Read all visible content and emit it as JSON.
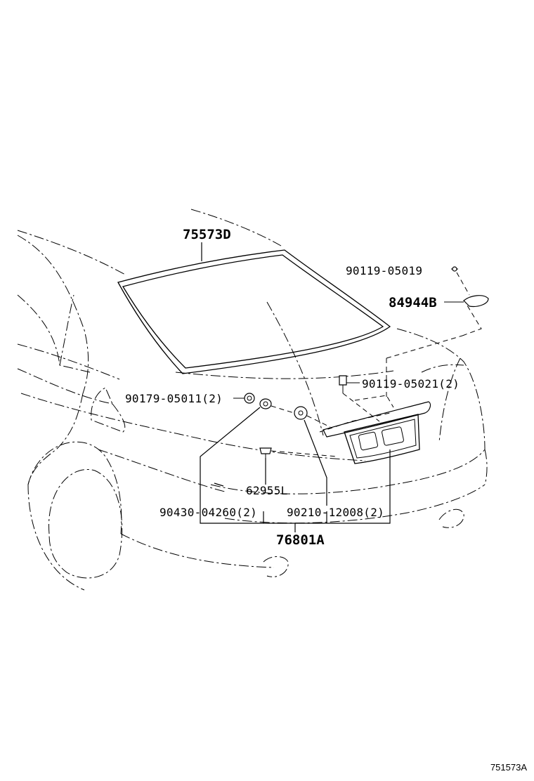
{
  "diagram": {
    "part_labels": {
      "windshield_moulding": "75573D",
      "screw_top": "90119-05019",
      "license_lamp": "84944B",
      "screw_mid": "90119-05021(2)",
      "nut_left": "90179-05011(2)",
      "clip": "62955L",
      "grommet": "90430-04260(2)",
      "washer": "90210-12008(2)",
      "garnish_assembly": "76801A"
    },
    "figure_id": "751573A"
  }
}
